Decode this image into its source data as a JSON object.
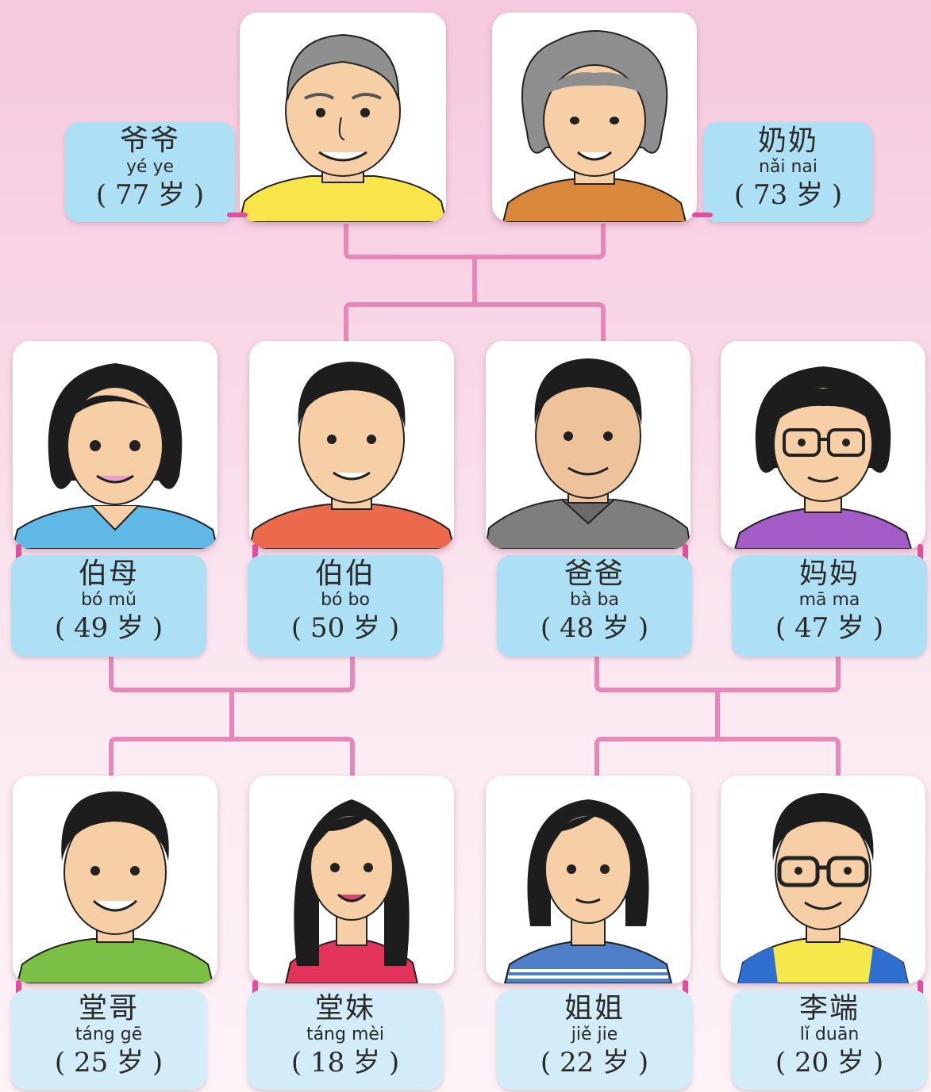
{
  "colors": {
    "connector": "#e886b7",
    "label_dark": "#aee0f5",
    "label_light": "#d2edf8",
    "pin": "#e04f9b"
  },
  "members": {
    "grandfather": {
      "hanzi": "爷爷",
      "pinyin": "yé ye",
      "age": "( 77 岁 )",
      "shirt": "#f8e54a",
      "hair": "#8f8f8f"
    },
    "grandmother": {
      "hanzi": "奶奶",
      "pinyin": "nǎi nai",
      "age": "( 73 岁 )",
      "shirt": "#d9873a",
      "hair": "#8e8e8e"
    },
    "aunt": {
      "hanzi": "伯母",
      "pinyin": "bó mǔ",
      "age": "( 49 岁 )",
      "shirt": "#5fb8e6",
      "hair": "#1d1d1d"
    },
    "uncle": {
      "hanzi": "伯伯",
      "pinyin": "bó bo",
      "age": "( 50 岁 )",
      "shirt": "#ec6a4c",
      "hair": "#1d1d1d"
    },
    "father": {
      "hanzi": "爸爸",
      "pinyin": "bà ba",
      "age": "( 48 岁 )",
      "shirt": "#7e7e7e",
      "hair": "#1d1d1d"
    },
    "mother": {
      "hanzi": "妈妈",
      "pinyin": "mā ma",
      "age": "( 47 岁 )",
      "shirt": "#a45cc7",
      "hair": "#1d1d1d"
    },
    "cousin_brother": {
      "hanzi": "堂哥",
      "pinyin": "táng gē",
      "age": "( 25 岁 )",
      "shirt": "#7bc044",
      "hair": "#1d1d1d"
    },
    "cousin_sister": {
      "hanzi": "堂妹",
      "pinyin": "táng mèi",
      "age": "( 18 岁 )",
      "shirt": "#e2335a",
      "hair": "#1d1d1d"
    },
    "sister": {
      "hanzi": "姐姐",
      "pinyin": "jiě jie",
      "age": "( 22 岁 )",
      "shirt": "#4f7fc9",
      "hair": "#1d1d1d"
    },
    "li_duan": {
      "hanzi": "李端",
      "pinyin": "lǐ duān",
      "age": "( 20 岁 )",
      "shirt": "#f5e84a",
      "hair": "#1d1d1d"
    }
  }
}
